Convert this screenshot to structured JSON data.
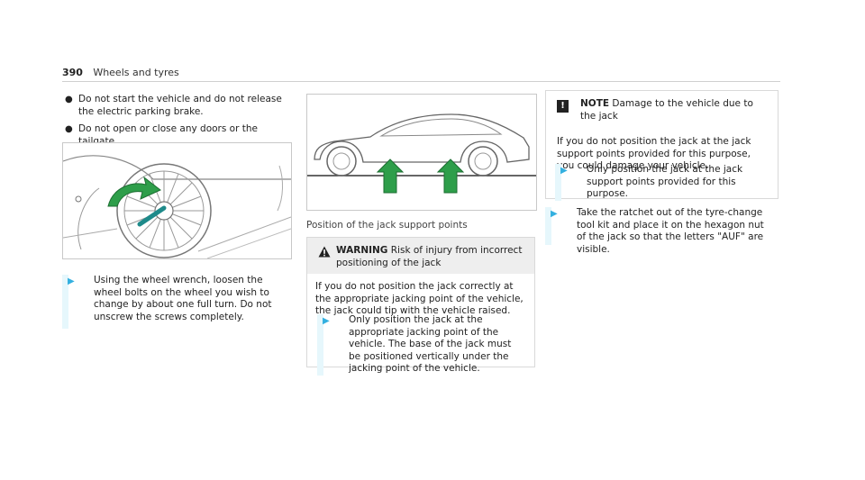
{
  "header": {
    "page_number": "390",
    "section_title": "Wheels and tyres"
  },
  "left": {
    "bullets": [
      "Do not start the vehicle and do not release the electric parking brake.",
      "Do not open or close any doors or the tailgate."
    ],
    "step": "Using the wheel wrench, loosen the wheel bolts on the wheel you wish to change by about one full turn. Do not unscrew the screws completely."
  },
  "middle": {
    "caption": "Position of the jack support points",
    "warning": {
      "label": "WARNING",
      "title": "Risk of injury from incorrect positioning of the jack",
      "body": "If you do not position the jack correctly at the appropriate jacking point of the vehicle, the jack could tip with the vehicle raised.",
      "step": "Only position the jack at the appropriate jacking point of the vehicle. The base of the jack must be positioned vertically under the jacking point of the vehicle."
    }
  },
  "right": {
    "note": {
      "icon": "!",
      "label": "NOTE",
      "title": "Damage to the vehicle due to the jack",
      "body": "If you do not position the jack at the jack support points provided for this purpose, you could damage your vehicle.",
      "step": "Only position the jack at the jack support points provided for this purpose."
    },
    "step": "Take the ratchet out of the tyre-change tool kit and place it on the hexagon nut of the jack so that the letters \"AUF\" are visible."
  },
  "colors": {
    "accent": "#33b0e0",
    "step_bar": "#e6f7fc",
    "arrow_green": "#2e9e4a"
  },
  "icons": [
    "wheel-wrench-illustration",
    "car-jack-points-illustration",
    "warning-triangle-icon",
    "note-exclamation-icon",
    "step-arrow-icon"
  ]
}
